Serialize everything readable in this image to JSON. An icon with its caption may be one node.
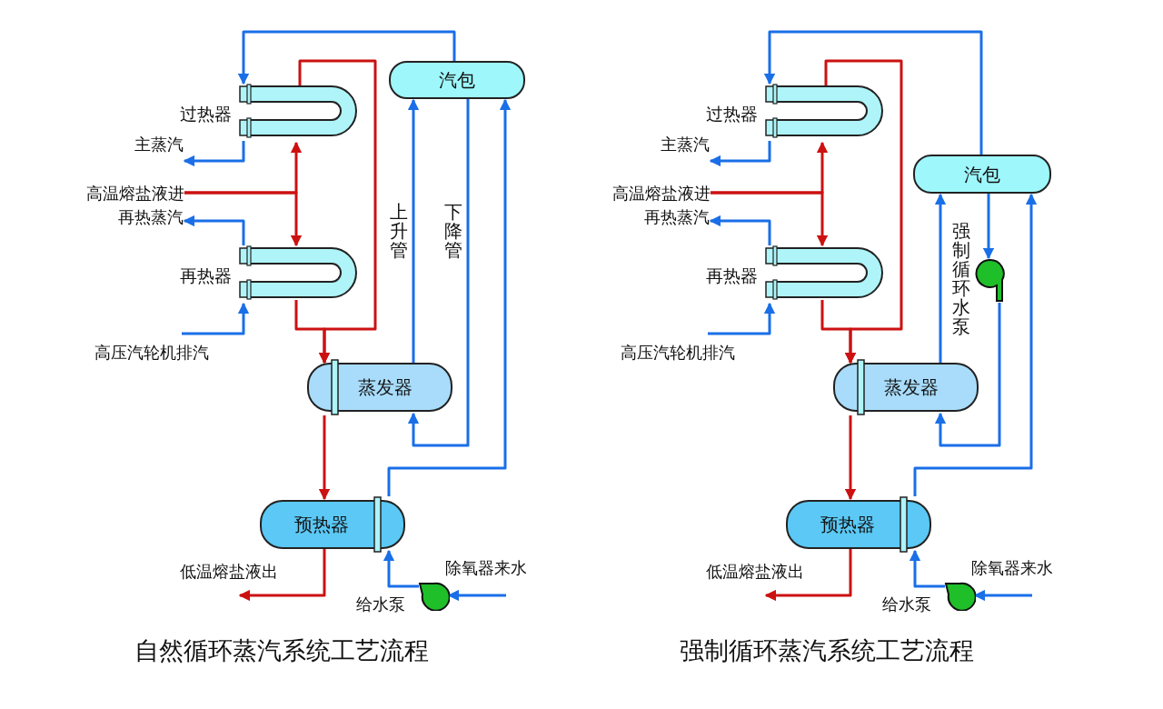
{
  "diagram": {
    "nodes": [
      {
        "text": [
          "过热器"
        ]
      },
      {
        "text": [
          "主蒸汽"
        ]
      },
      {
        "text": [
          "高温熔盐液进"
        ]
      },
      {
        "text": [
          "再热蒸汽"
        ]
      },
      {
        "text": [
          "再热器"
        ]
      },
      {
        "text": [
          "高压汽轮机排汽"
        ]
      },
      {
        "text": [
          "汽包"
        ]
      },
      {
        "text": [
          "蒸发器"
        ]
      },
      {
        "text": [
          "预热器"
        ]
      },
      {
        "text": [
          "低温熔盐液出"
        ]
      },
      {
        "text": [
          "给水泵"
        ]
      },
      {
        "text": [
          "除氧器来水"
        ]
      },
      {
        "text": [
          "过热器"
        ]
      },
      {
        "text": [
          "主蒸汽"
        ]
      },
      {
        "text": [
          "高温熔盐液进"
        ]
      },
      {
        "text": [
          "再热蒸汽"
        ]
      },
      {
        "text": [
          "再热器"
        ]
      },
      {
        "text": [
          "高压汽轮机排汽"
        ]
      },
      {
        "text": [
          "汽包"
        ]
      },
      {
        "text": [
          "蒸发器"
        ]
      },
      {
        "text": [
          "预热器"
        ]
      },
      {
        "text": [
          "低温熔盐液出"
        ]
      },
      {
        "text": [
          "给水泵"
        ]
      },
      {
        "text": [
          "除氧器来水"
        ]
      },
      {
        "text": [
          "强制循环水泵"
        ]
      }
    ],
    "edges": [
      {
        "from": 6,
        "to": 0,
        "arrow": "to"
      },
      {
        "from": 0,
        "to": 1,
        "arrow": "to"
      },
      {
        "from": 2,
        "to": 0,
        "arrow": "to",
        "color": "#cc1111"
      },
      {
        "from": 2,
        "to": 4,
        "arrow": "to",
        "color": "#cc1111"
      },
      {
        "from": 4,
        "to": 3,
        "arrow": "to"
      },
      {
        "from": 5,
        "to": 4,
        "arrow": "to"
      },
      {
        "from": 0,
        "to": 7,
        "arrow": "to",
        "color": "#cc1111"
      },
      {
        "from": 4,
        "to": 7,
        "arrow": "to",
        "color": "#cc1111"
      },
      {
        "from": 7,
        "to": 6,
        "arrow": "to",
        "label": "上升管"
      },
      {
        "from": 6,
        "to": 7,
        "arrow": "to",
        "label": "下降管"
      },
      {
        "from": 8,
        "to": 6,
        "arrow": "to"
      },
      {
        "from": 7,
        "to": 8,
        "arrow": "to",
        "color": "#cc1111"
      },
      {
        "from": 8,
        "to": 9,
        "arrow": "to",
        "color": "#cc1111"
      },
      {
        "from": 10,
        "to": 8,
        "arrow": "to"
      },
      {
        "from": 11,
        "to": 10,
        "arrow": "to"
      },
      {
        "from": 18,
        "to": 12,
        "arrow": "to"
      },
      {
        "from": 12,
        "to": 13,
        "arrow": "to"
      },
      {
        "from": 14,
        "to": 12,
        "arrow": "to",
        "color": "#cc1111"
      },
      {
        "from": 14,
        "to": 16,
        "arrow": "to",
        "color": "#cc1111"
      },
      {
        "from": 16,
        "to": 15,
        "arrow": "to"
      },
      {
        "from": 17,
        "to": 16,
        "arrow": "to"
      },
      {
        "from": 12,
        "to": 19,
        "arrow": "to",
        "color": "#cc1111"
      },
      {
        "from": 16,
        "to": 19,
        "arrow": "to",
        "color": "#cc1111"
      },
      {
        "from": 19,
        "to": 18,
        "arrow": "to"
      },
      {
        "from": 18,
        "to": 24,
        "arrow": "to"
      },
      {
        "from": 24,
        "to": 19,
        "arrow": "to"
      },
      {
        "from": 20,
        "to": 18,
        "arrow": "to"
      },
      {
        "from": 19,
        "to": 20,
        "arrow": "to",
        "color": "#cc1111"
      },
      {
        "from": 20,
        "to": 21,
        "arrow": "to",
        "color": "#cc1111"
      },
      {
        "from": 22,
        "to": 20,
        "arrow": "to"
      },
      {
        "from": 23,
        "to": 22,
        "arrow": "to"
      }
    ],
    "labels": [
      "自然循环蒸汽系统工艺流程",
      "强制循环蒸汽系统工艺流程"
    ]
  }
}
